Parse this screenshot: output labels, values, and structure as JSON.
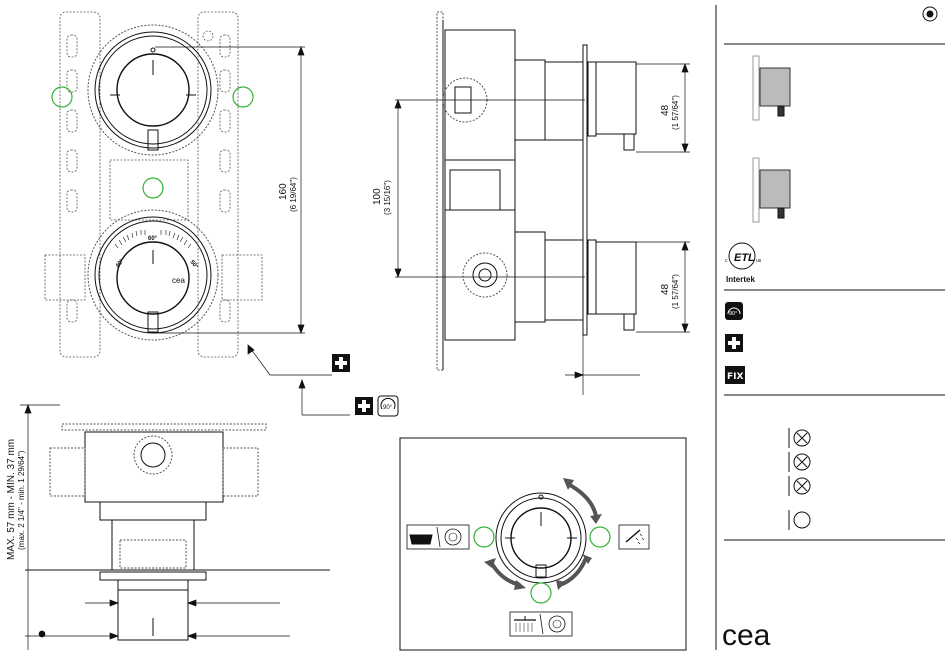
{
  "dimensions": {
    "front_height": "160",
    "front_height_inch": "(6 19/64\")",
    "side_spacing": "100",
    "side_spacing_inch": "(3 15/16\")",
    "handle_upper": "48",
    "handle_upper_inch": "(1 57/64\")",
    "handle_lower": "48",
    "handle_lower_inch": "(1 57/64\")",
    "depth_range": "MAX. 57 mm - MIN. 37 mm",
    "depth_range_inch": "(max. 2 1/4\" - min. 1 29/64\")"
  },
  "thermostat_scale": {
    "left": "40°",
    "center": "60°",
    "right": "50°",
    "brand": "cea"
  },
  "sidebar": {
    "certification_mark": "ETL",
    "certification_c": "c",
    "certification_us": "us",
    "certification_name": "Intertek",
    "rotation_label": "90°",
    "fix_label": "FIX"
  },
  "colors": {
    "line": "#111111",
    "dotted": "#555555",
    "green": "#33b233",
    "icon_bg": "#111111"
  },
  "brand_logo": "cea"
}
